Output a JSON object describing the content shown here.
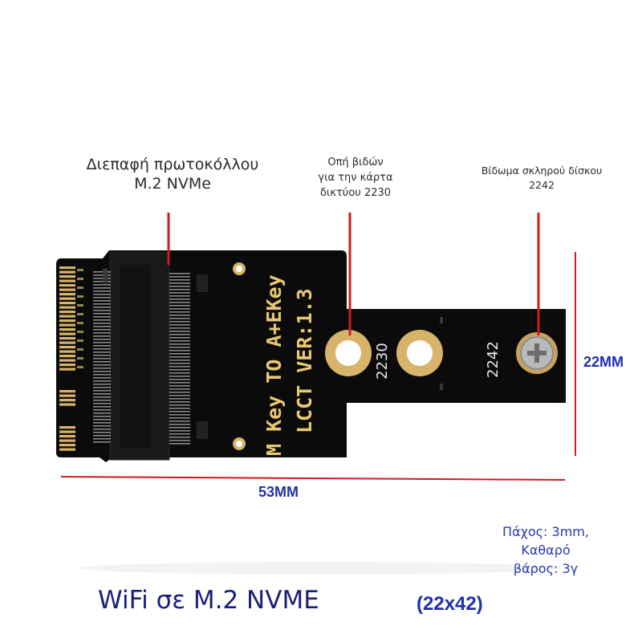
{
  "callouts": {
    "interface_line1": "Διεπαφή πρωτοκόλλου",
    "interface_line2": "M.2 NVMe",
    "hole_line1": "Οπή βιδών",
    "hole_line2": "για την κάρτα",
    "hole_line3": "δικτύου 2230",
    "screw_line1": "Βίδωμα σκληρού δίσκου",
    "screw_line2": "2242"
  },
  "board": {
    "line1": "M Key TO A+EKey",
    "line2": "LCCT VER:1.3",
    "mark_2230": "2230",
    "mark_2242": "2242"
  },
  "dimensions": {
    "height": "22MM",
    "width": "53MM"
  },
  "specs": {
    "line1": "Πάχος: 3mm,",
    "line2": "Καθαρό",
    "line3": "βάρος: 3γ"
  },
  "footer": {
    "title": "WiFi σε M.2 NVME",
    "size": "(22x42)"
  },
  "colors": {
    "pcb": "#0b0b0b",
    "gold": "#d7b46a",
    "guide_red": "#d11a22",
    "dim_blue": "#1f2fb0",
    "title_navy": "#1a1f7a"
  }
}
